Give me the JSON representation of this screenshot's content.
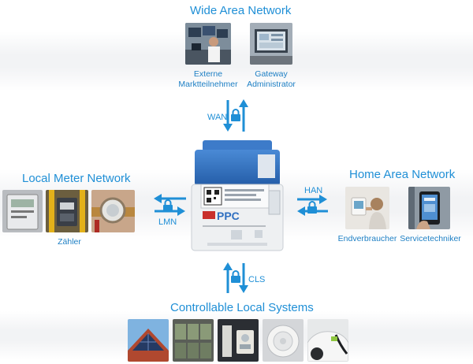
{
  "wan": {
    "title": "Wide Area Network",
    "captions": [
      "Externe\nMarktteilnehmer",
      "Gateway\nAdministrator"
    ],
    "link_label": "WAN"
  },
  "lmn": {
    "title": "Local Meter Network",
    "caption": "Zähler",
    "link_label": "LMN"
  },
  "han": {
    "title": "Home Area Network",
    "captions": [
      "Endverbraucher",
      "Servicetechniker"
    ],
    "link_label": "HAN"
  },
  "cls": {
    "title": "Controllable Local Systems",
    "link_label": "CLS"
  },
  "device": {
    "brand": "PPC"
  },
  "colors": {
    "accent": "#1f8fd6",
    "device_blue": "#2f6fc0"
  }
}
